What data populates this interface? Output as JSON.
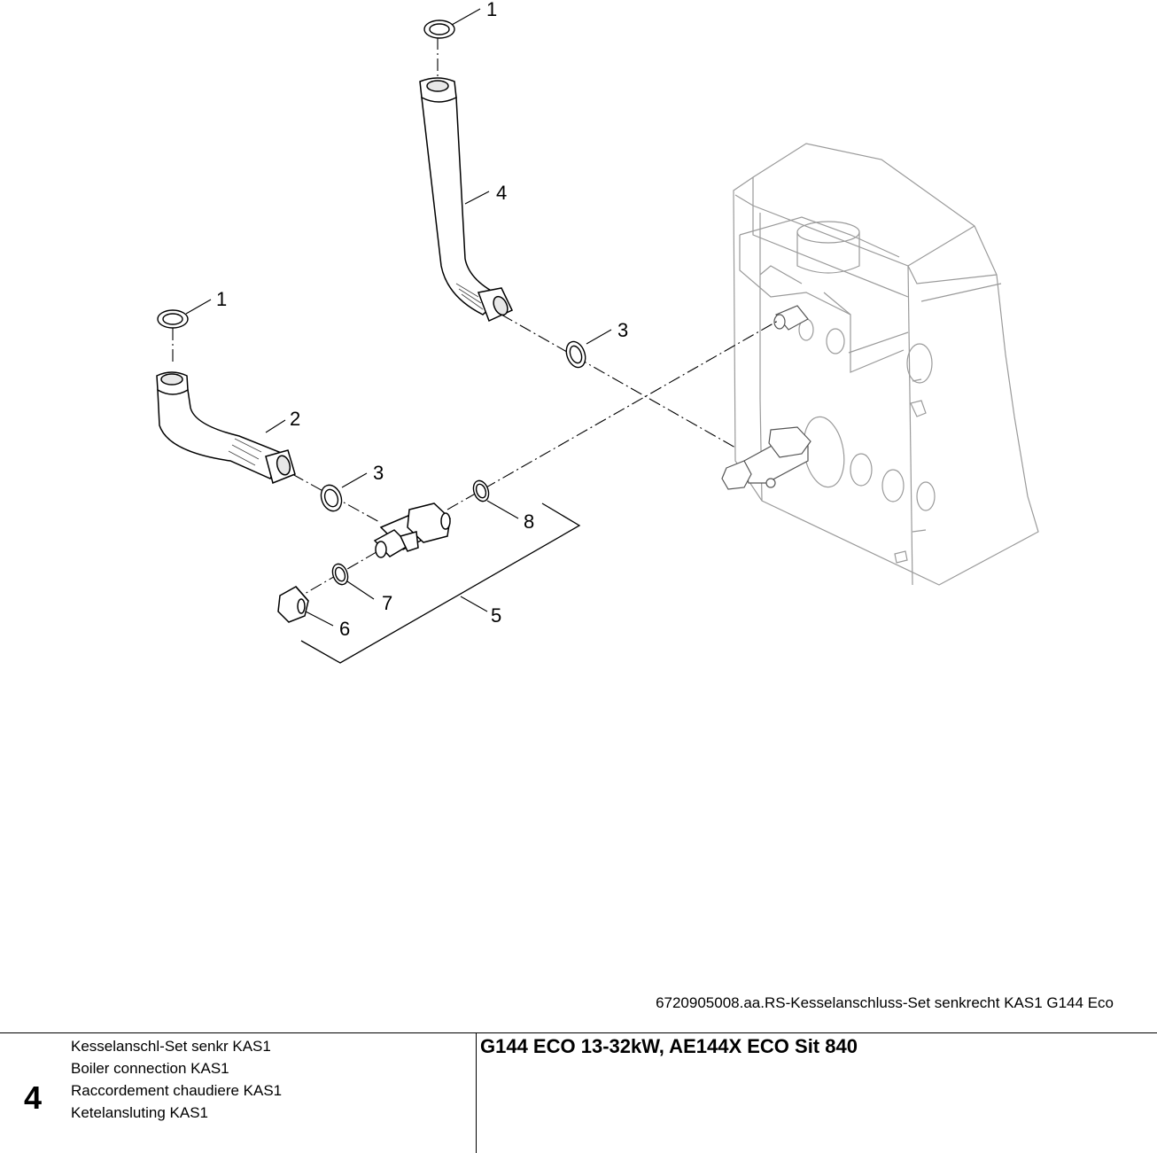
{
  "diagram": {
    "callouts": [
      {
        "id": "1a",
        "text": "1"
      },
      {
        "id": "4",
        "text": "4"
      },
      {
        "id": "3a",
        "text": "3"
      },
      {
        "id": "1b",
        "text": "1"
      },
      {
        "id": "2",
        "text": "2"
      },
      {
        "id": "3b",
        "text": "3"
      },
      {
        "id": "8",
        "text": "8"
      },
      {
        "id": "7",
        "text": "7"
      },
      {
        "id": "5",
        "text": "5"
      },
      {
        "id": "6",
        "text": "6"
      }
    ]
  },
  "caption": "6720905008.aa.RS-Kesselanschluss-Set senkrecht KAS1 G144 Eco",
  "footer": {
    "page_number": "4",
    "descriptions": [
      "Kesselanschl-Set senkr KAS1",
      "Boiler connection KAS1",
      "Raccordement chaudiere KAS1",
      "Ketelansluting KAS1"
    ],
    "model": "G144 ECO 13-32kW, AE144X ECO Sit 840"
  }
}
